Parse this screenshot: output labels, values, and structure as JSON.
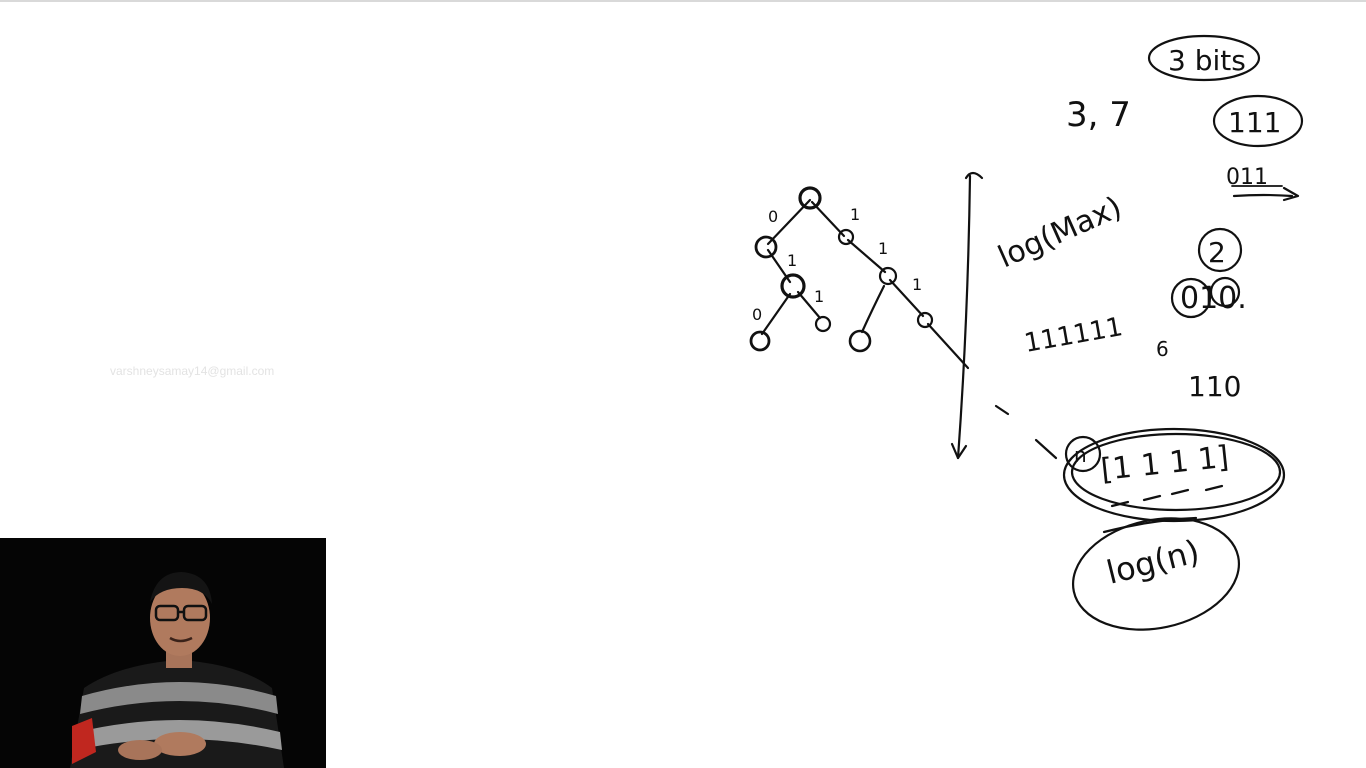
{
  "watermark": {
    "email": "varshneysamay14@gmail.com"
  },
  "board": {
    "label_bits": "3 bits",
    "label_three_seven": "3, 7",
    "label_111": "111",
    "label_011": "011",
    "label_log_max": "log(Max)",
    "label_2": "2",
    "label_010": "010.",
    "label_ones": "111111",
    "label_small_6": "6",
    "label_110": "110",
    "label_n": "n",
    "label_11111": "[1 1 1 1]",
    "label_log_n": "log(n)",
    "tree_edge_labels": [
      "0",
      "1",
      "1",
      "1",
      "1",
      "0",
      "1"
    ]
  },
  "colors": {
    "ink": "#111111",
    "background": "#ffffff",
    "webcam_bg": "#050505"
  }
}
